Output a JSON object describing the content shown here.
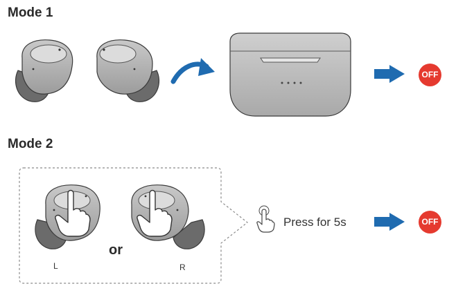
{
  "mode1": {
    "title": "Mode 1",
    "off_label": "OFF"
  },
  "mode2": {
    "title": "Mode 2",
    "left_label": "L",
    "right_label": "R",
    "or_label": "or",
    "press_text": "Press for 5s",
    "off_label": "OFF"
  },
  "colors": {
    "arrow_blue": "#1f6bb0",
    "off_red": "#e53a2f",
    "earbud_gray": "#b4b4b4",
    "ear_tip_dark": "#6b6b6b",
    "case_gray": "#b8b8b8"
  },
  "icons": [
    "earbud-left",
    "earbud-right",
    "curved-arrow",
    "charging-case",
    "right-arrow",
    "finger-press",
    "dotted-callout"
  ]
}
